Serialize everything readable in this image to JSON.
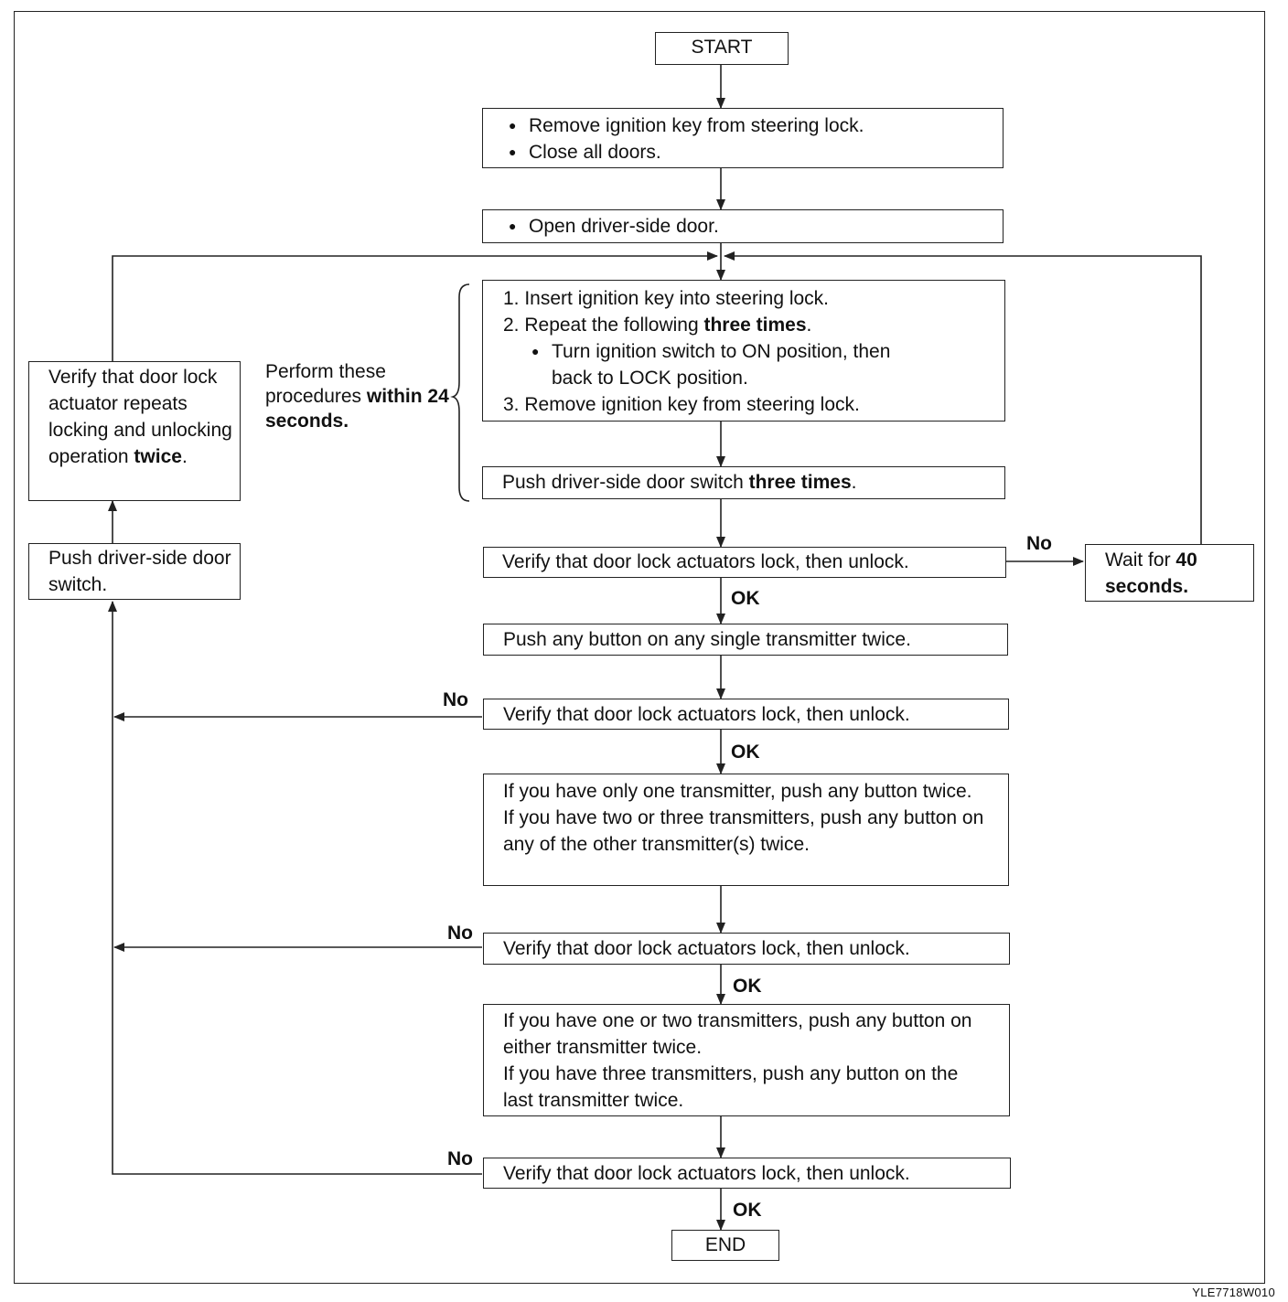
{
  "start": "START",
  "end": "END",
  "step1": {
    "lines": [
      "Remove ignition key from steering lock.",
      "Close all doors."
    ]
  },
  "step2": {
    "line": "Open driver-side door."
  },
  "step3": {
    "item1": "1. Insert ignition key into steering lock.",
    "item2_pre": "2. Repeat the following ",
    "item2_bold": "three times",
    "item2_post": ".",
    "sub_line1": "Turn ignition switch to ON position, then",
    "sub_line2": "back to LOCK position.",
    "item3": "3. Remove ignition key from steering lock."
  },
  "step4": {
    "pre": "Push driver-side door switch ",
    "bold": "three times",
    "post": "."
  },
  "bracket_note": {
    "pre": "Perform these procedures ",
    "bold": "within 24 seconds."
  },
  "verify": "Verify that door lock actuators lock, then unlock.",
  "wait": {
    "pre": "Wait for ",
    "bold": "40 seconds."
  },
  "step6": "Push any button on any single transmitter twice.",
  "step8": {
    "line1": "If you have only one transmitter, push any button twice.",
    "line2": "If you have two or three transmitters, push any button on any of the other transmitter(s) twice."
  },
  "step10": {
    "line1": "If you have one or two transmitters, push any button on either transmitter twice.",
    "line2": "If you have three transmitters, push any button on the last transmitter twice."
  },
  "left_push": "Push driver-side door switch.",
  "left_verify": {
    "pre": "Verify that door lock actuator repeats locking and unlocking operation ",
    "bold": "twice",
    "post": "."
  },
  "labels": {
    "ok": "OK",
    "no": "No"
  },
  "figure_code": "YLE7718W010"
}
